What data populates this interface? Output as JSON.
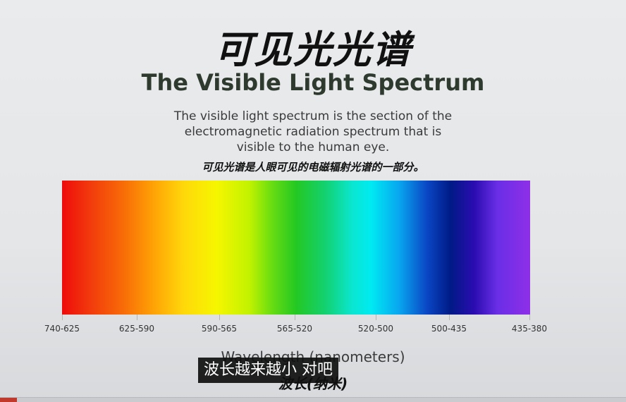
{
  "slide": {
    "title_cn": "可见光光谱",
    "title_en": "The Visible Light Spectrum",
    "description_lines": [
      "The visible light spectrum is the section of the",
      "electromagnetic radiation spectrum that is",
      "visible to the human eye."
    ],
    "description_cn": "可见光谱是人眼可见的电磁辐射光谱的一部分。",
    "wavelength_ranges": [
      "740-625",
      "625-590",
      "590-565",
      "565-520",
      "520-500",
      "500-435",
      "435-380"
    ],
    "axis_label": "Wavelength (nanometers)",
    "axis_label_cn": "波长(纳米)"
  },
  "video": {
    "subtitle": "波长越来越小 对吧"
  }
}
